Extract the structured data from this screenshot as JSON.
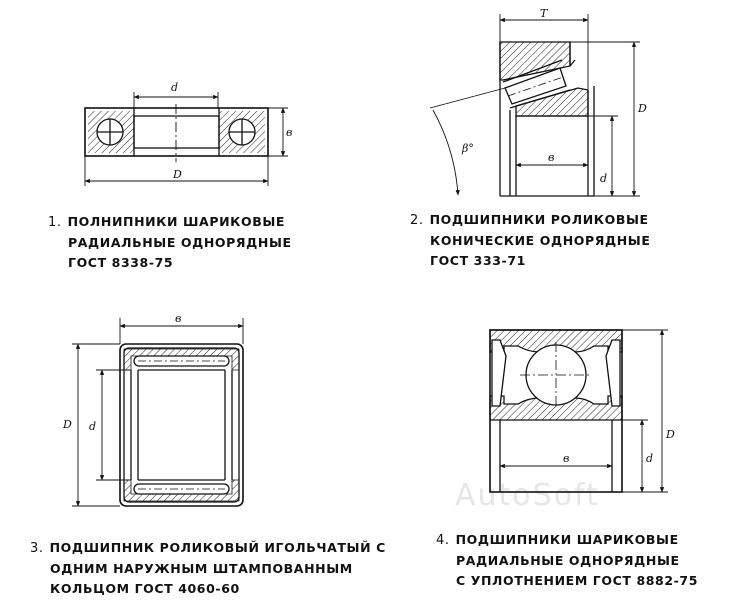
{
  "captions": [
    {
      "number": "1.",
      "lines": [
        "ПОЛНИПНИКИ ШАРИКОВЫЕ",
        "РАДИАЛЬНЫЕ  ОДНОРЯДНЫЕ",
        "ГОСТ 8338-75"
      ]
    },
    {
      "number": "2.",
      "lines": [
        "ПОДШИПНИКИ РОЛИКОВЫЕ",
        "КОНИЧЕСКИЕ  ОДНОРЯДНЫЕ",
        "ГОСТ 333-71"
      ]
    },
    {
      "number": "3.",
      "lines": [
        "ПОДШИПНИК РОЛИКОВЫЙ ИГОЛЬЧАТЫЙ С",
        "ОДНИМ НАРУЖНЫМ ШТАМПОВАННЫМ",
        "КОЛЬЦОМ ГОСТ 4060-60"
      ]
    },
    {
      "number": "4.",
      "lines": [
        "ПОДШИПНИКИ ШАРИКОВЫЕ",
        "РАДИАЛЬНЫЕ  ОДНОРЯДНЫЕ",
        "С УПЛОТНЕНИЕМ ГОСТ 8882-75"
      ]
    }
  ],
  "dims": {
    "fig1": {
      "d": "d",
      "B": "в",
      "D": "D"
    },
    "fig2": {
      "T": "T",
      "beta": "β°",
      "B": "в",
      "D": "D",
      "d": "d"
    },
    "fig3": {
      "B": "в",
      "D": "D",
      "d": "d"
    },
    "fig4": {
      "B": "в",
      "D": "D",
      "d": "d"
    }
  },
  "watermark": "AutoSoft"
}
